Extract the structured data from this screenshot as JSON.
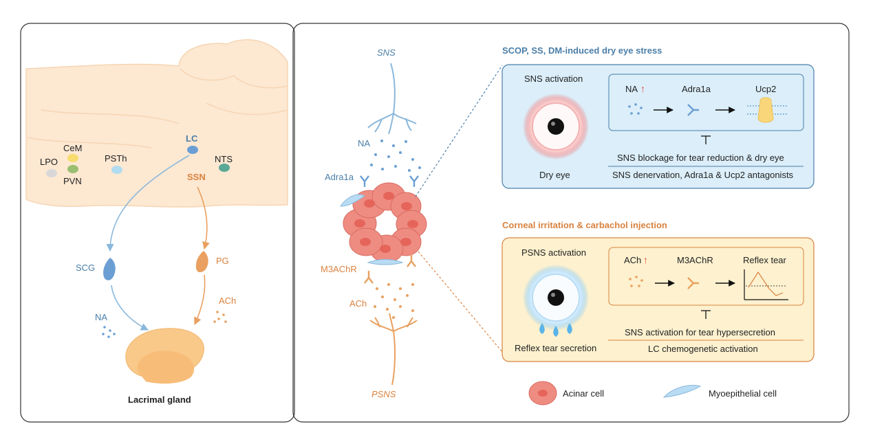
{
  "left_panel": {
    "nuclei": {
      "lpo": "LPO",
      "cem": "CeM",
      "pvn": "PVN",
      "psth": "PSTh",
      "lc": "LC",
      "nts": "NTS",
      "ssn": "SSN"
    },
    "scg": "SCG",
    "pg": "PG",
    "na": "NA",
    "ach": "ACh",
    "gland_label": "Lacrimal gland"
  },
  "middle": {
    "sns": "SNS",
    "na": "NA",
    "adra1a": "Adra1a",
    "m3achr": "M3AChR",
    "ach": "ACh",
    "psns": "PSNS"
  },
  "top_box": {
    "title": "SCOP, SS, DM-induced dry eye stress",
    "activation": "SNS activation",
    "eye_label": "Dry eye",
    "na_up": "NA",
    "receptor": "Adra1a",
    "target": "Ucp2",
    "blockage": "SNS blockage for tear reduction & dry eye",
    "method": "SNS denervation, Adra1a & Ucp2 antagonists"
  },
  "bottom_box": {
    "title": "Corneal irritation & carbachol injection",
    "activation": "PSNS activation",
    "eye_label": "Reflex tear secretion",
    "ach_up": "ACh",
    "receptor": "M3AChR",
    "target": "Reflex tear",
    "effect": "SNS activation for tear hypersecretion",
    "method": "LC chemogenetic activation"
  },
  "legend": {
    "acinar": "Acinar cell",
    "myo": "Myoepithelial cell"
  },
  "colors": {
    "blue": "#4a7ea8",
    "orange": "#d9823f",
    "acinar": "#ef8c82",
    "brain": "#fde8d2",
    "top_box": "#dbeef9",
    "bottom_box": "#fdf1cf"
  }
}
